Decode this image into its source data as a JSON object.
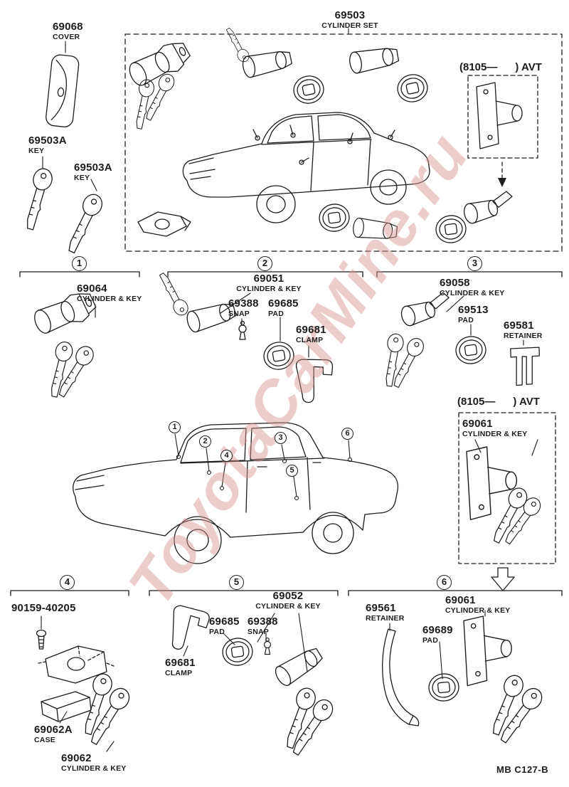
{
  "watermark": "ToyotaCarMine.ru",
  "doc_code": "MB  C127-B",
  "badges": [
    "1",
    "2",
    "3",
    "4",
    "5",
    "6"
  ],
  "colors": {
    "ink": "#1c1c1c",
    "paper": "#ffffff",
    "watermark": "#d89090"
  },
  "labels": {
    "cylinder_set": {
      "num": "69503",
      "name": "CYLINDER SET"
    },
    "cover": {
      "num": "69068",
      "name": "COVER"
    },
    "key_a": {
      "num": "69503A",
      "name": "KEY"
    },
    "key_b": {
      "num": "69503A",
      "name": "KEY"
    },
    "avt_top": "(8105—      ) AVT",
    "avt_mid": "(8105—      ) AVT",
    "s1_cyl": {
      "num": "69064",
      "name": "CYLINDER & KEY"
    },
    "s2_cyl": {
      "num": "69051",
      "name": "CYLINDER & KEY"
    },
    "s2_snap": {
      "num": "69388",
      "name": "SNAP"
    },
    "s2_pad": {
      "num": "69685",
      "name": "PAD"
    },
    "s2_clamp": {
      "num": "69681",
      "name": "CLAMP"
    },
    "s3_cyl": {
      "num": "69058",
      "name": "CYLINDER & KEY"
    },
    "s3_pad": {
      "num": "69513",
      "name": "PAD"
    },
    "s3_ret": {
      "num": "69581",
      "name": "RETAINER"
    },
    "avt_cyl": {
      "num": "69061",
      "name": "CYLINDER & KEY"
    },
    "s4_screw": {
      "num": "90159-40205"
    },
    "s4_case": {
      "num": "69062A",
      "name": "CASE"
    },
    "s4_cyl": {
      "num": "69062",
      "name": "CYLINDER & KEY"
    },
    "s5_cyl": {
      "num": "69052",
      "name": "CYLINDER & KEY"
    },
    "s5_pad": {
      "num": "69685",
      "name": "PAD"
    },
    "s5_snap": {
      "num": "69388",
      "name": "SNAP"
    },
    "s5_clamp": {
      "num": "69681",
      "name": "CLAMP"
    },
    "s6_ret": {
      "num": "69561",
      "name": "RETAINER"
    },
    "s6_cyl": {
      "num": "69061",
      "name": "CYLINDER & KEY"
    },
    "s6_pad": {
      "num": "69689",
      "name": "PAD"
    }
  }
}
